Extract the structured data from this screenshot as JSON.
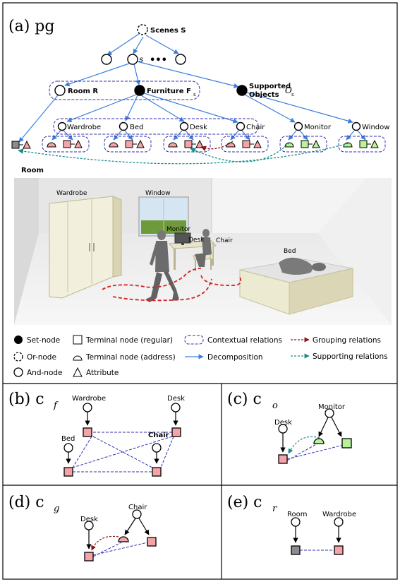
{
  "panel_a": {
    "label": "(a) pg",
    "nodes": {
      "scenes": "Scenes S",
      "s": "s",
      "dots": "•••",
      "room": "Room R",
      "furniture": "Furniture F",
      "furniture_sub": "s",
      "supported_line1": "Supported",
      "supported_line2": "Objects",
      "supported_symbol": "O",
      "supported_sub": "s",
      "wardrobe": "Wardrobe",
      "bed": "Bed",
      "desk": "Desk",
      "chair": "Chair",
      "monitor": "Monitor",
      "window": "Window"
    },
    "room_caption": "Room",
    "scene_labels": {
      "wardrobe": "Wardrobe",
      "window": "Window",
      "monitor": "Monitor",
      "desk": "Desk",
      "chair": "Chair",
      "bed": "Bed"
    }
  },
  "legend": {
    "set_node": "Set-node",
    "or_node": "Or-node",
    "and_node": "And-node",
    "terminal_regular": "Terminal node (regular)",
    "terminal_address": "Terminal node (address)",
    "attribute": "Attribute",
    "contextual": "Contextual relations",
    "decomposition": "Decomposition",
    "grouping": "Grouping relations",
    "supporting": "Supporting relations"
  },
  "panel_b": {
    "label": "(b) c",
    "sub": "f",
    "wardrobe": "Wardrobe",
    "desk": "Desk",
    "bed": "Bed",
    "chair": "Chair"
  },
  "panel_c": {
    "label": "(c) c",
    "sub": "o",
    "monitor": "Monitor",
    "desk": "Desk"
  },
  "panel_d": {
    "label": "(d) c",
    "sub": "g",
    "chair": "Chair",
    "desk": "Desk"
  },
  "panel_e": {
    "label": "(e) c",
    "sub": "r",
    "room": "Room",
    "wardrobe": "Wardrobe"
  },
  "colors": {
    "blue": "#3a7fe0",
    "dashed_blue": "#2f2fb3",
    "pink": "#f4a3a8",
    "green": "#b9f29a",
    "grey": "#8c8c8c",
    "red_dash": "#cc1f1f",
    "teal_dash": "#1a8c8c"
  }
}
